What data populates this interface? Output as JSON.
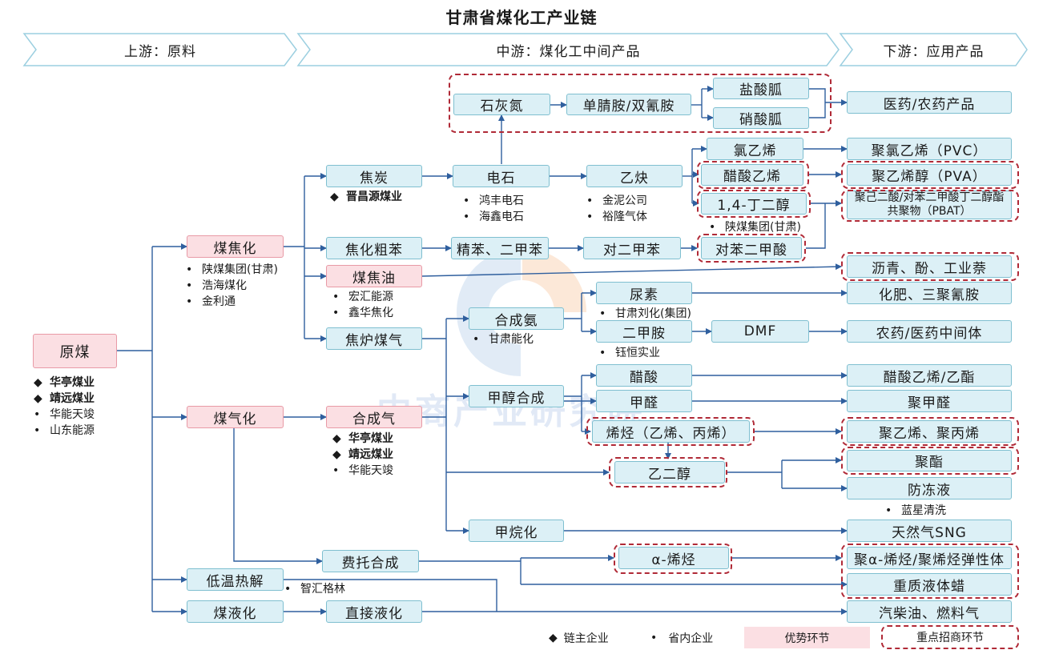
{
  "title": "甘肃省煤化工产业链",
  "stages": {
    "up": "上游：原料",
    "mid": "中游：煤化工中间产品",
    "down": "下游：应用产品"
  },
  "watermark": "中商产业研究院",
  "nodes": {
    "yuanmei": "原煤",
    "meijiaohua": "煤焦化",
    "meiqihua": "煤气化",
    "diwen": "低温热解",
    "meiyehua": "煤液化",
    "jiaotan": "焦炭",
    "jiaohuacuben": "焦化粗苯",
    "meijiaoyou": "煤焦油",
    "jiaolumeiqi": "焦炉煤气",
    "hechengqi": "合成气",
    "feituo": "费托合成",
    "zhijie": "直接液化",
    "shihuidan": "石灰氮",
    "danjing": "单腈胺/双氰胺",
    "yansuangua": "盐酸胍",
    "xiaosuangua": "硝酸胍",
    "yiyao": "医药/农药产品",
    "dianshi": "电石",
    "yique": "乙炔",
    "lvyixi": "氯乙烯",
    "cusuanyixi": "醋酸乙烯",
    "dingerchun": "1,4-丁二醇",
    "pvc": "聚氯乙烯（PVC）",
    "pva": "聚乙烯醇（PVA）",
    "pbat": "聚己二酸/对苯二甲酸丁二醇酯共聚物（PBAT）",
    "jingben": "精苯、二甲苯",
    "duierjiaben": "对二甲苯",
    "duibenerjiasuan": "对苯二甲酸",
    "liqing": "沥青、酚、工业萘",
    "niaosu": "尿素",
    "hechengan": "合成氨",
    "erjiaan": "二甲胺",
    "dmf": "DMF",
    "huafei": "化肥、三聚氰胺",
    "nongyao": "农药/医药中间体",
    "jiachun": "甲醇合成",
    "cusuan": "醋酸",
    "jiaquan": "甲醛",
    "xiting": "烯烃（乙烯、丙烯）",
    "cusuanyizhi": "醋酸乙烯/乙酯",
    "jujiaquan": "聚甲醛",
    "juyixi": "聚乙烯、聚丙烯",
    "yierchun": "乙二醇",
    "juzhi": "聚酯",
    "fangdong": "防冻液",
    "jiawan": "甲烷化",
    "tianranqi": "天然气SNG",
    "alphaxiting": "α-烯烃",
    "jualpha": "聚α-烯烃/聚烯烃弹性体",
    "zhongzhi": "重质液体蜡",
    "qichaiyou": "汽柴油、燃料气"
  },
  "companies": {
    "yuanmei": [
      {
        "mark": "◆",
        "name": "华亭煤业"
      },
      {
        "mark": "◆",
        "name": "靖远煤业"
      },
      {
        "mark": "•",
        "name": "华能天竣"
      },
      {
        "mark": "•",
        "name": "山东能源"
      }
    ],
    "meijiaohua": [
      {
        "mark": "•",
        "name": "陕煤集团(甘肃)"
      },
      {
        "mark": "•",
        "name": "浩海煤化"
      },
      {
        "mark": "•",
        "name": "金利通"
      }
    ],
    "jiaotan": [
      {
        "mark": "◆",
        "name": "晋昌源煤业"
      }
    ],
    "meijiaoyou": [
      {
        "mark": "•",
        "name": "宏汇能源"
      },
      {
        "mark": "•",
        "name": "鑫华焦化"
      }
    ],
    "hechengqi": [
      {
        "mark": "◆",
        "name": "华亭煤业"
      },
      {
        "mark": "◆",
        "name": "靖远煤业"
      },
      {
        "mark": "•",
        "name": "华能天竣"
      }
    ],
    "diwen": [
      {
        "mark": "•",
        "name": "智汇格林"
      }
    ],
    "dianshi": [
      {
        "mark": "•",
        "name": "鸿丰电石"
      },
      {
        "mark": "•",
        "name": "海鑫电石"
      }
    ],
    "yique": [
      {
        "mark": "•",
        "name": "金泥公司"
      },
      {
        "mark": "•",
        "name": "裕隆气体"
      }
    ],
    "dingerchun": [
      {
        "mark": "•",
        "name": "陕煤集团(甘肃)"
      }
    ],
    "niaosu": [
      {
        "mark": "•",
        "name": "甘肃刘化(集团)"
      }
    ],
    "hechengan": [
      {
        "mark": "•",
        "name": "甘肃能化"
      }
    ],
    "erjiaan": [
      {
        "mark": "•",
        "name": "钰恒实业"
      }
    ],
    "fangdong": [
      {
        "mark": "•",
        "name": "蓝星清洗"
      }
    ]
  },
  "legend": {
    "leader": "链主企业",
    "leader_mark": "◆",
    "local": "省内企业",
    "local_mark": "•",
    "advantage": "优势环节",
    "focus": "重点招商环节"
  },
  "colors": {
    "node_fill": "#dcf0f6",
    "node_border": "#7fbfd0",
    "advantage_fill": "#fbdfe3",
    "focus_border": "#b02a37",
    "line": "#2f5f9e"
  }
}
